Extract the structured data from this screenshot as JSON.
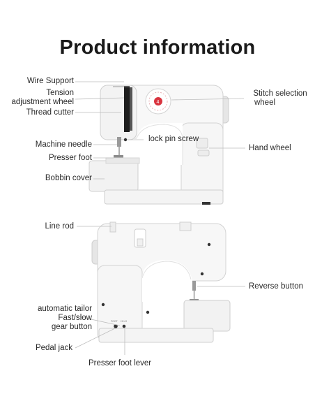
{
  "title": "Product information",
  "labels": {
    "wire_support": "Wire Support",
    "tension_l1": "Tension",
    "tension_l2": "adjustment wheel",
    "thread_cutter": "Thread cutter",
    "machine_needle": "Machine needle",
    "presser_foot": "Presser foot",
    "bobbin_cover": "Bobbin cover",
    "lock_pin_screw": "lock pin screw",
    "stitch_l1": "Stitch selection",
    "stitch_l2": "wheel",
    "hand_wheel": "Hand wheel",
    "line_rod": "Line rod",
    "reverse_button": "Reverse button",
    "auto_l1": "automatic tailor",
    "auto_l2": "Fast/slow",
    "auto_l3": "gear button",
    "pedal_jack": "Pedal jack",
    "presser_foot_lever": "Presser foot lever"
  },
  "colors": {
    "body": "#f7f7f7",
    "outline": "#cfcfcf",
    "dial_red": "#d9343f",
    "leader": "#b5b5b5"
  }
}
